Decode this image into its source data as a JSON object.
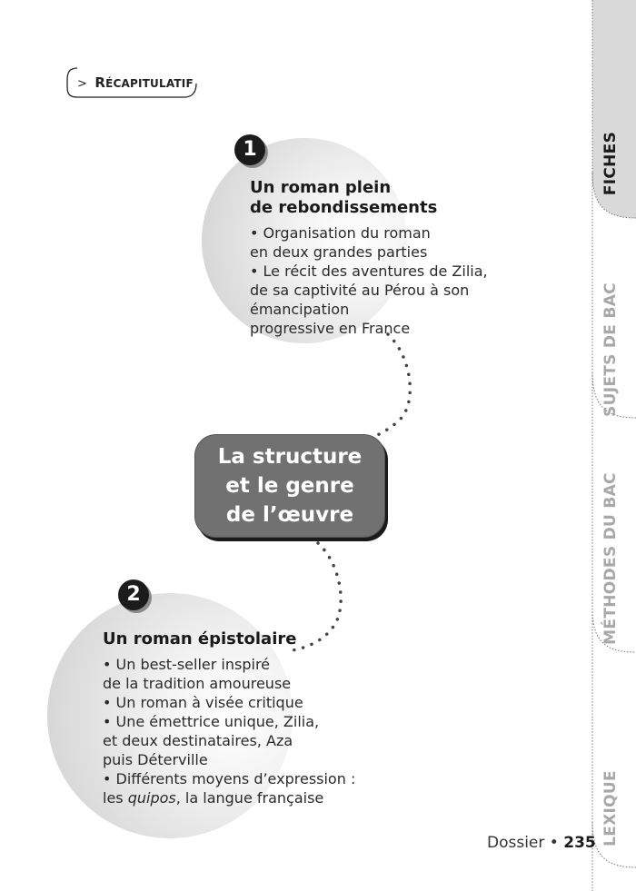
{
  "header": {
    "chevron": ">",
    "label": "Récapitulatif"
  },
  "tabs": [
    {
      "label": "FICHES",
      "active": true
    },
    {
      "label": "SUJETS DE BAC",
      "active": false
    },
    {
      "label": "MÉTHODES DU BAC",
      "active": false
    },
    {
      "label": "LEXIQUE",
      "active": false
    }
  ],
  "center": {
    "lines": [
      "La structure",
      "et le genre",
      "de l’œuvre"
    ]
  },
  "sections": [
    {
      "number": "1",
      "title_lines": [
        "Un roman plein",
        "de rebondissements"
      ],
      "lines": [
        "• Organisation du roman",
        "en deux grandes parties",
        "• Le récit des aventures de Zilia,",
        "de sa captivité au Pérou à son émancipation",
        "progressive en France"
      ]
    },
    {
      "number": "2",
      "title_lines": [
        "Un roman épistolaire"
      ],
      "lines": [
        "• Un best-seller inspiré",
        "de la tradition amoureuse",
        "• Un roman à visée critique",
        "• Une émettrice unique, Zilia,",
        "et deux destinataires, Aza",
        "puis Déterville",
        "• Différents moyens d’expression :"
      ],
      "last_line": {
        "prefix": "les ",
        "italic": "quipos",
        "suffix": ", la langue française"
      }
    }
  ],
  "footer": {
    "label": "Dossier",
    "separator": "•",
    "page": "235"
  },
  "colors": {
    "center_fill": "#717171",
    "active_tab": "#d9d9d9",
    "inactive_tab_text": "#a8a8a8"
  }
}
